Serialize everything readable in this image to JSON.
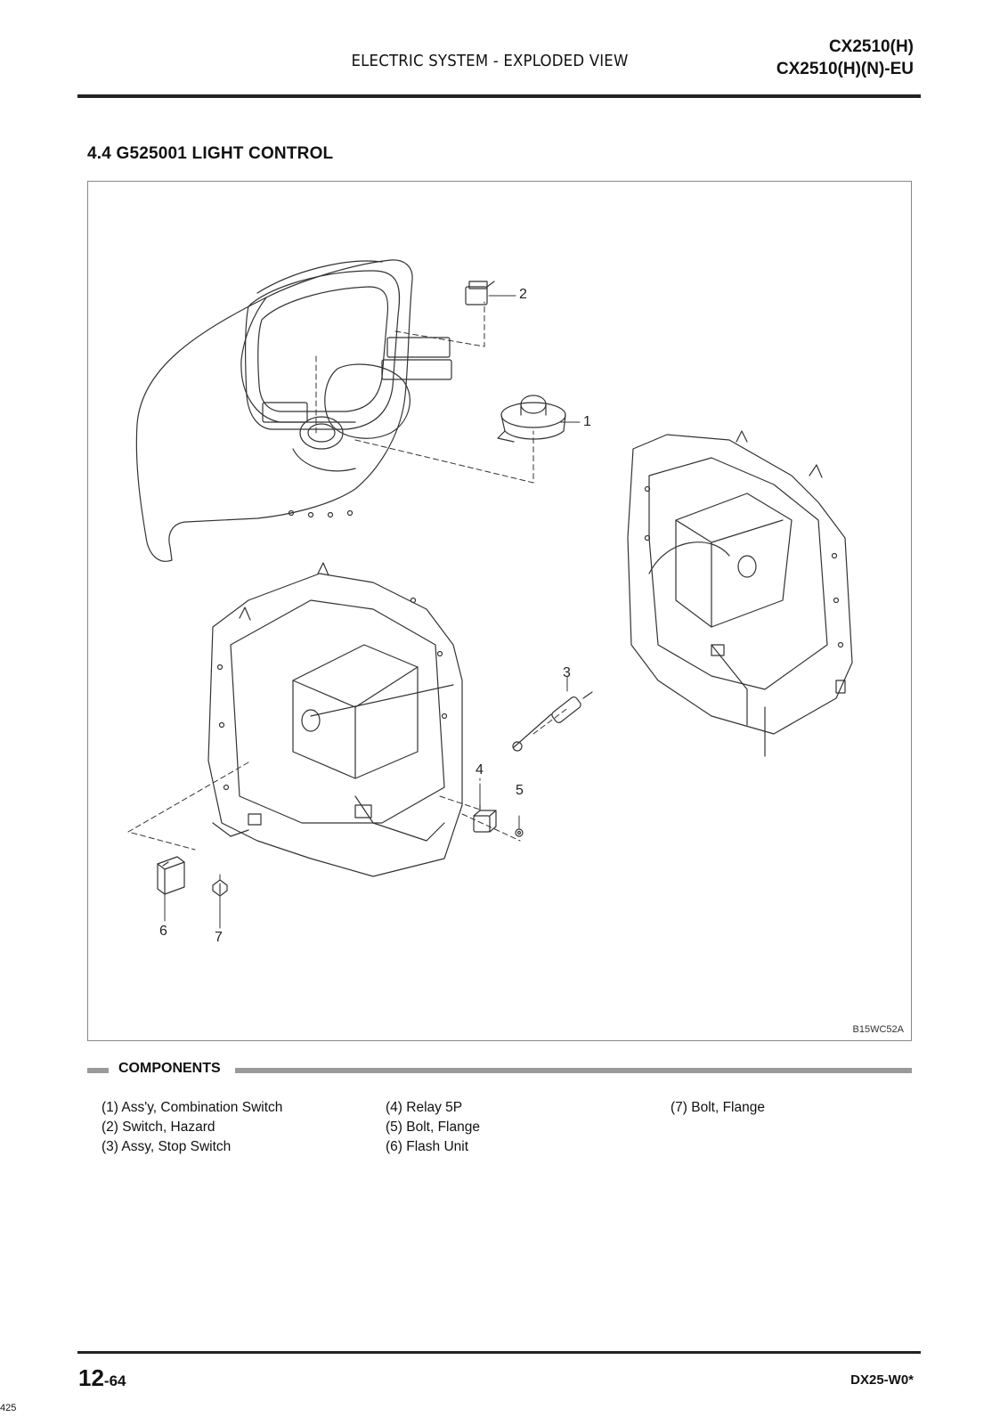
{
  "header": {
    "title": "ELECTRIC SYSTEM - EXPLODED VIEW",
    "models": [
      "CX2510(H)",
      "CX2510(H)(N)-EU"
    ]
  },
  "section": {
    "title": "4.4  G525001 LIGHT CONTROL"
  },
  "figure": {
    "code": "B15WC52A",
    "callouts": [
      "1",
      "2",
      "3",
      "4",
      "5",
      "6",
      "7"
    ]
  },
  "components": {
    "heading": "COMPONENTS",
    "columns": [
      [
        "(1) Ass'y, Combination Switch",
        "(2) Switch, Hazard",
        "(3) Assy, Stop Switch"
      ],
      [
        "(4) Relay 5P",
        "(5) Bolt, Flange",
        "(6) Flash Unit"
      ],
      [
        "(7) Bolt, Flange"
      ]
    ]
  },
  "footer": {
    "page_major": "12",
    "page_minor": "-64",
    "model_code": "DX25-W0*",
    "side_number": "425"
  }
}
